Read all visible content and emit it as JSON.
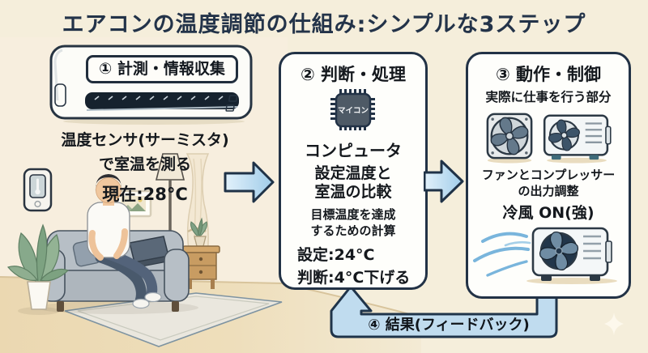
{
  "title": "エアコンの温度調節の仕組み:シンプルな3ステップ",
  "steps": {
    "step1": {
      "label": "① 計測・情報収集",
      "desc_line1": "温度センサ(サーミスタ)",
      "desc_line2": "で室温を測る",
      "current_temp": "現在:28°C"
    },
    "step2": {
      "label": "② 判断・処理",
      "chip_label": "マイコン",
      "component": "コンピュータ",
      "task_line1": "設定温度と",
      "task_line2": "室温の比較",
      "calc_line1": "目標温度を達成",
      "calc_line2": "するための計算",
      "set_temp": "設定:24°C",
      "decision": "判断:4°C下げる"
    },
    "step3": {
      "label": "③ 動作・制御",
      "subtitle": "実際に仕事を行う部分",
      "action_line1": "ファンとコンプレッサー",
      "action_line2": "の出力調整",
      "mode": "冷風 ON(強)"
    },
    "step4": {
      "label": "④ 結果(フィードバック)"
    }
  },
  "icons": {
    "chip": "microcontroller-chip",
    "fan": "fan",
    "outdoor_unit": "outdoor-compressor-unit",
    "thermostat": "wall-thermostat"
  },
  "colors": {
    "background": "#f5eedb",
    "card_border": "#223246",
    "arrow_fill_light": "#d9edfa",
    "arrow_fill": "#a9d0e9",
    "feedback_fill": "#c0dcef",
    "chip_body": "#4e5a66",
    "floor": "#ebd8b1",
    "text_dark": "#14181d",
    "title_navy": "#233349",
    "wind_blue": "#79b5dc"
  }
}
